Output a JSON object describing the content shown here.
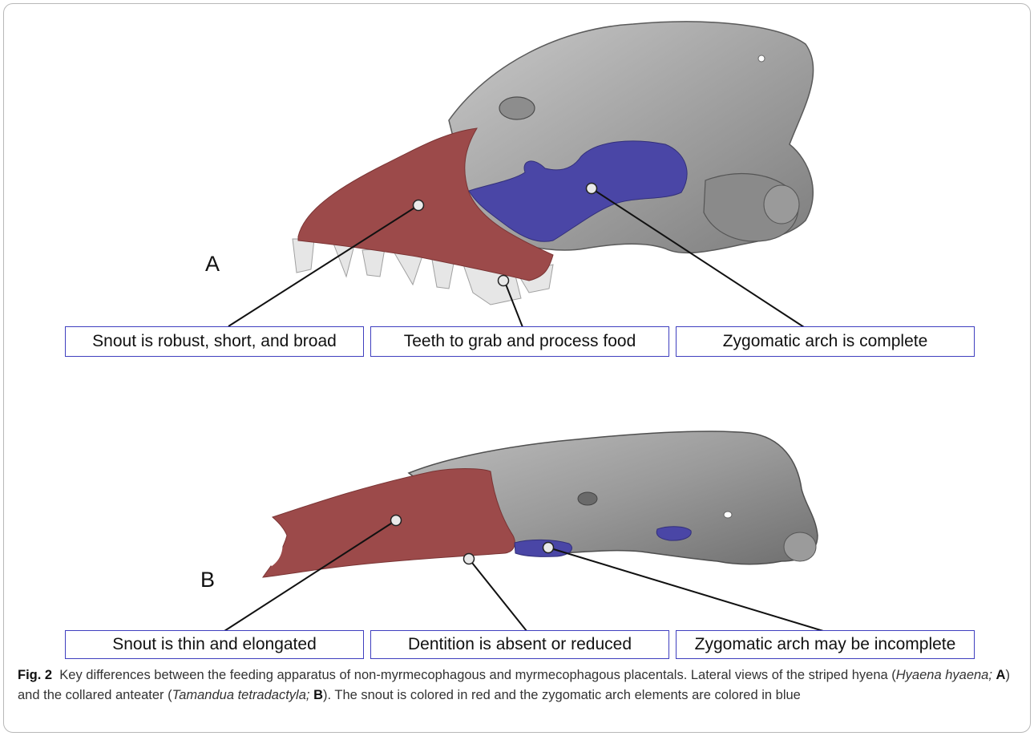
{
  "panels": {
    "a": {
      "letter": "A",
      "labels": {
        "snout": "Snout is robust, short, and broad",
        "teeth": "Teeth to grab and process food",
        "zygomatic": "Zygomatic arch is complete"
      }
    },
    "b": {
      "letter": "B",
      "labels": {
        "snout": "Snout is thin and elongated",
        "dentition": "Dentition is absent or reduced",
        "zygomatic": "Zygomatic arch may be incomplete"
      }
    }
  },
  "caption": {
    "fig_label": "Fig. 2",
    "text1": "Key differences between the feeding apparatus of non-myrmecophagous and myrmecophagous placentals. Lateral views of the striped hyena (",
    "species_a": "Hyaena hyaena;",
    "letter_a": "A",
    "text2": ") and the collared anteater (",
    "species_b": "Tamandua tetradactyla;",
    "letter_b": "B",
    "text3": "). The snout is colored in red and the zygomatic arch elements are colored in blue"
  },
  "colors": {
    "snout_red": "#9c4a4a",
    "zygomatic_blue": "#4a46a6",
    "bone_gray": "#a9a9a9",
    "label_border": "#3f3fbf"
  }
}
